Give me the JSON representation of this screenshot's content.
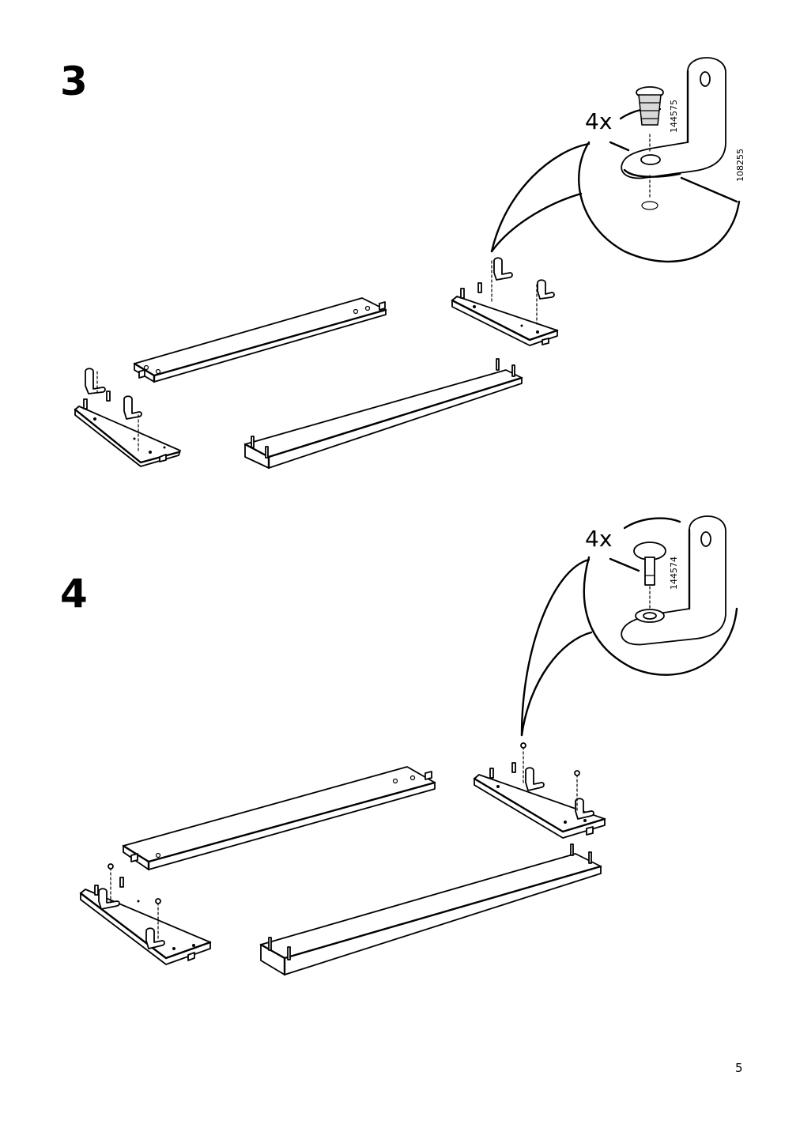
{
  "steps": [
    {
      "number": "3",
      "quantity": "4x",
      "part_numbers": [
        "144575",
        "108255"
      ]
    },
    {
      "number": "4",
      "quantity": "4x",
      "part_numbers": [
        "144574"
      ]
    }
  ],
  "page_number": "5"
}
